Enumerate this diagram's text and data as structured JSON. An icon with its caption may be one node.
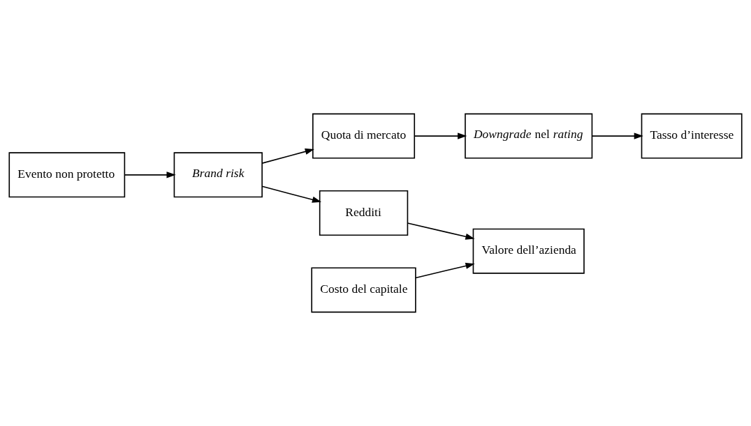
{
  "diagram": {
    "nodes": [
      {
        "text": [
          "Evento non protetto"
        ]
      },
      {
        "text": [
          "Brand risk"
        ]
      },
      {
        "text": [
          "Quota di mercato"
        ]
      },
      {
        "text": [
          "Redditi"
        ]
      },
      {
        "text": [
          "*Downgrade* nel *rating*"
        ]
      },
      {
        "text": [
          "Valore dell’azienda"
        ]
      },
      {
        "text": [
          "Tasso d’interesse"
        ]
      },
      {
        "text": [
          "Costo del capitale"
        ]
      }
    ],
    "edges": [
      {
        "from": 0,
        "to": 1,
        "arrow": "to"
      },
      {
        "from": 1,
        "to": 2,
        "arrow": "to"
      },
      {
        "from": 1,
        "to": 3,
        "arrow": "to"
      },
      {
        "from": 2,
        "to": 4,
        "arrow": "to"
      },
      {
        "from": 3,
        "to": 5,
        "arrow": "to"
      },
      {
        "from": 4,
        "to": 6,
        "arrow": "to"
      },
      {
        "from": 7,
        "to": 5,
        "arrow": "to"
      }
    ]
  }
}
